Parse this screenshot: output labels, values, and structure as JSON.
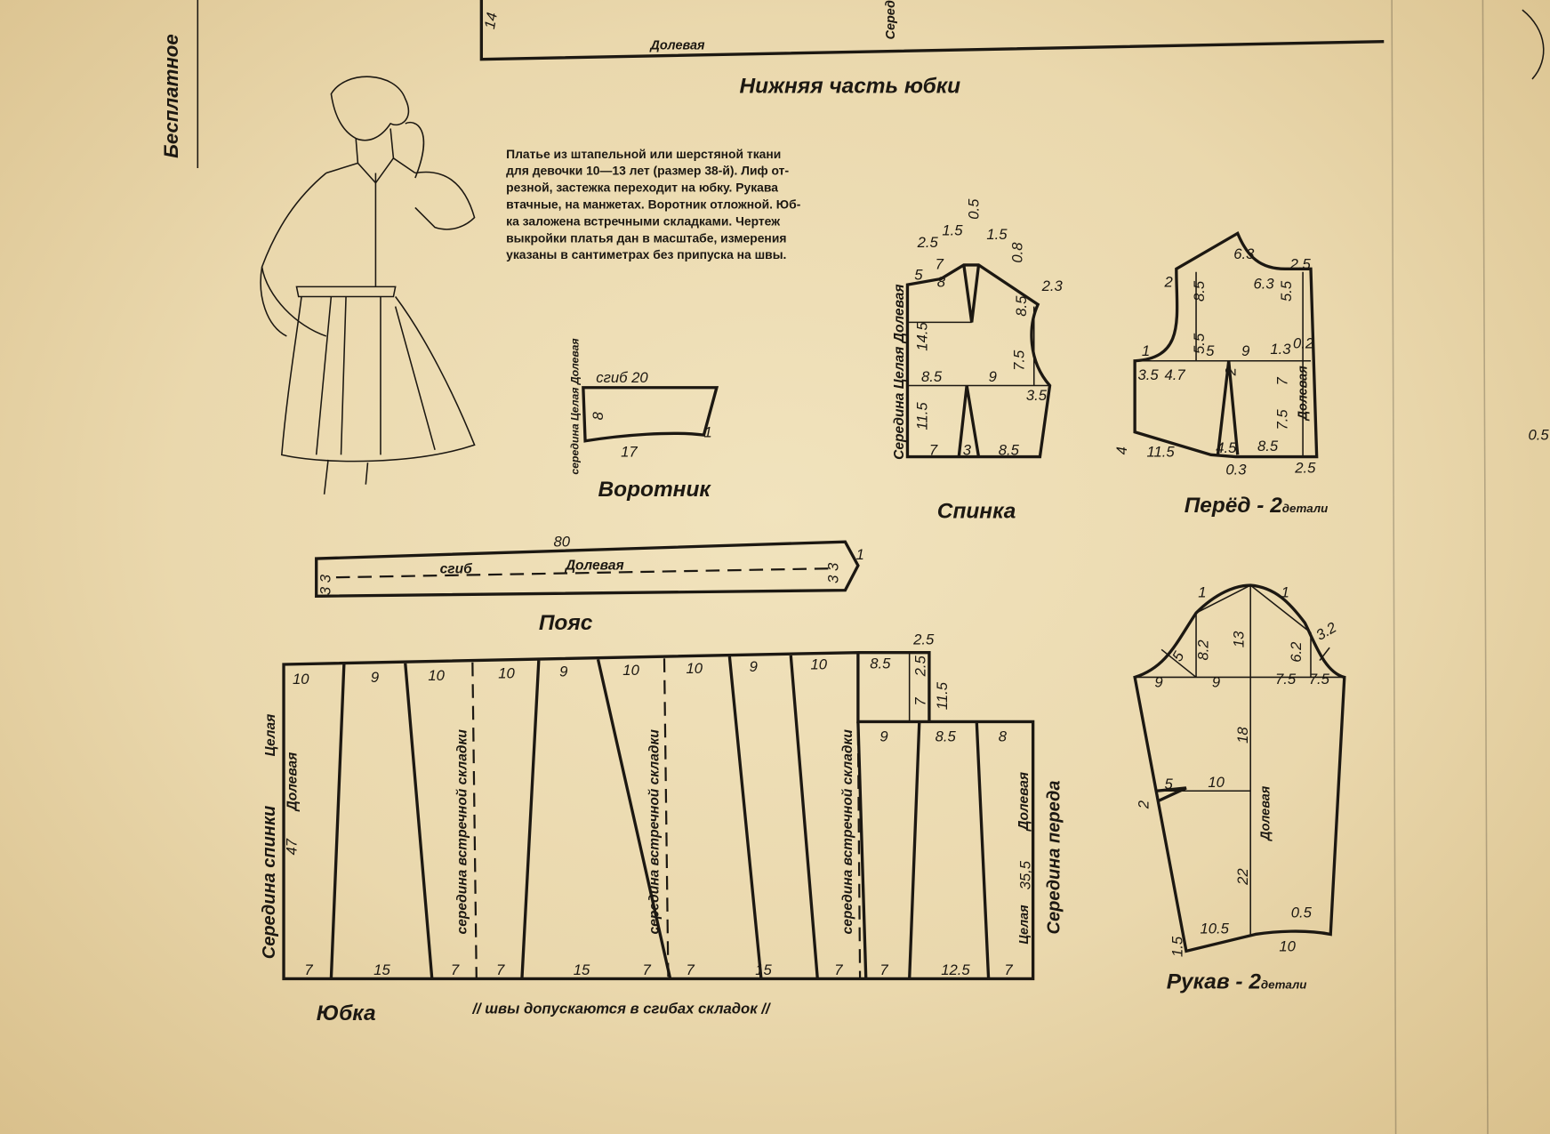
{
  "header": {
    "side_title": "Бесплатное",
    "top_num": "14",
    "top_grain": "Долевая",
    "top_center": "Середина переда",
    "lower_skirt_title": "Нижняя часть юбки"
  },
  "description": [
    "Платье из штапельной или шерстяной ткани",
    "для девочки 10—13 лет (размер 38-й). Лиф от-",
    "резной, застежка переходит на юбку. Рукава",
    "втачные, на манжетах. Воротник отложной. Юб-",
    "ка заложена встречными складками. Чертеж",
    "выкройки платья дан в масштабе, измерения",
    "указаны в сантиметрах без припуска на швы."
  ],
  "collar": {
    "title": "Воротник",
    "fold": "сгиб 20",
    "side": "середина Целая Долевая",
    "height": "8",
    "bottom": "17",
    "tip": "1"
  },
  "belt": {
    "title": "Пояс",
    "length": "80",
    "fold": "сгиб",
    "grain": "Долевая",
    "end_left": "3 3",
    "end_right": "3 3",
    "tip": "1"
  },
  "back": {
    "title": "Спинка",
    "side": "Середина Целая Долевая",
    "labels": [
      "2.5",
      "7",
      "1.5",
      "1.5",
      "0.5",
      "0.8",
      "5",
      "8",
      "2.3",
      "8.5",
      "14.5",
      "7.5",
      "8.5",
      "9",
      "3.5",
      "11.5",
      "7",
      "3",
      "8.5"
    ]
  },
  "front": {
    "title": "Перёд - 2",
    "title_suffix": "детали",
    "grain": "Долевая",
    "labels": [
      "6.3",
      "2.5",
      "2",
      "8.5",
      "6.3",
      "5.5",
      "5.5",
      "1",
      "5",
      "9",
      "1.3",
      "0.2",
      "2",
      "3.5",
      "4.7",
      "7",
      "7.5",
      "4",
      "11.5",
      "4.5",
      "8.5",
      "0.3",
      "2.5"
    ]
  },
  "sleeve": {
    "title": "Рукав - 2",
    "title_suffix": "детали",
    "grain": "Долевая",
    "labels": [
      "1",
      "1",
      "5",
      "8.2",
      "13",
      "6.2",
      "3.2",
      "9",
      "9",
      "7.5",
      "7.5",
      "18",
      "5",
      "10",
      "2",
      "22",
      "10.5",
      "0.5",
      "10",
      "1.5"
    ]
  },
  "skirt": {
    "title": "Юбка",
    "note": "// швы допускаются в сгибах складок //",
    "back_center": "Середина спинки",
    "back_whole": "Целая",
    "back_grain": "Долевая",
    "back_len": "47",
    "pleat_center": "середина встречной складки",
    "front_whole": "Целая",
    "front_len": "35,5",
    "front_grain": "Долевая",
    "front_center": "Середина переда",
    "top": [
      "10",
      "9",
      "10",
      "10",
      "9",
      "10",
      "10",
      "9",
      "10",
      "8.5"
    ],
    "top_right": [
      "9",
      "8.5",
      "8"
    ],
    "step": [
      "2.5",
      "2.5",
      "7",
      "11.5"
    ],
    "bottom": [
      "7",
      "15",
      "7",
      "7",
      "15",
      "7",
      "7",
      "15",
      "7",
      "7",
      "12.5",
      "7"
    ]
  },
  "edge_mark": "0.5"
}
